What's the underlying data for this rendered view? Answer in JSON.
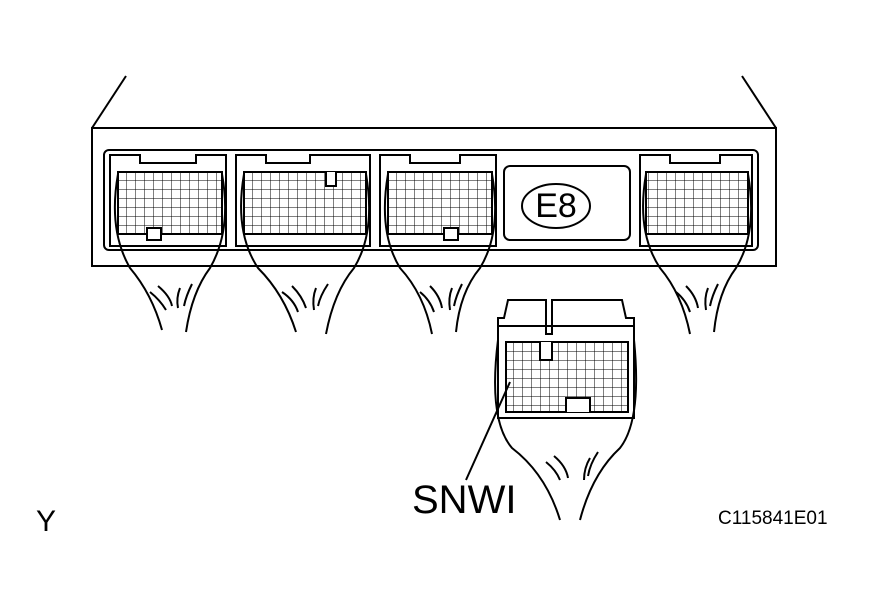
{
  "connector_label": "E8",
  "callout_label": "SNWI",
  "figure_code": "C115841E01",
  "corner_mark": "Y",
  "colors": {
    "line": "#000000",
    "background": "#ffffff"
  },
  "connectors": [
    {
      "name": "connector-1"
    },
    {
      "name": "connector-2"
    },
    {
      "name": "connector-3"
    },
    {
      "name": "connector-4"
    }
  ],
  "separate_connector": {
    "name": "detached-connector"
  }
}
